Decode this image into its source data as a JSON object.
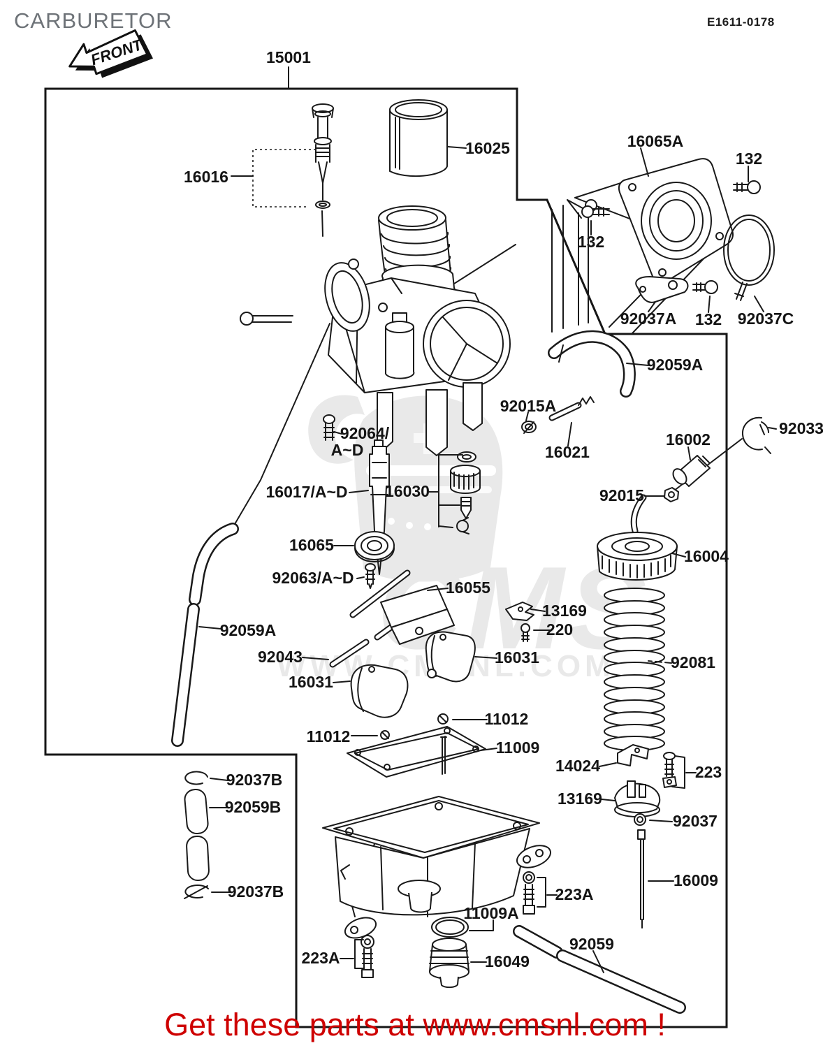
{
  "header": {
    "title": "CARBURETOR",
    "code": "E1611-0178"
  },
  "front_arrow": {
    "label": "FRONT"
  },
  "watermark": {
    "brand": "CMS",
    "site": "WWW.CMSNL.COM"
  },
  "footer": {
    "message": "Get these parts at www.cmsnl.com !"
  },
  "colors": {
    "footer_red": "#ce0000",
    "title_gray": "#6e7378",
    "line_black": "#1a1a1a",
    "watermark_gray": "#d8d8d8"
  },
  "labels": {
    "p15001": "15001",
    "p16016": "16016",
    "p16025": "16025",
    "p16065A": "16065A",
    "p132_a": "132",
    "p132_b": "132",
    "p132_c": "132",
    "p92037A": "92037A",
    "p92037C": "92037C",
    "p92059A_right": "92059A",
    "p92059A_left": "92059A",
    "p92015A": "92015A",
    "p16021": "16021",
    "p16002": "16002",
    "p92033": "92033",
    "p92015": "92015",
    "p16004": "16004",
    "p92064": "92064/",
    "p92064_range": "A~D",
    "p16017": "16017/A~D",
    "p16030": "16030",
    "p16065": "16065",
    "p92063": "92063/A~D",
    "p16055": "16055",
    "p13169_top": "13169",
    "p220": "220",
    "p92043": "92043",
    "p16031_right": "16031",
    "p16031_left": "16031",
    "p92081": "92081",
    "p11012_right": "11012",
    "p11012_left": "11012",
    "p11009": "11009",
    "p14024": "14024",
    "p223": "223",
    "p13169_bottom": "13169",
    "p92037": "92037",
    "p16009": "16009",
    "p92037B_top": "92037B",
    "p92059B": "92059B",
    "p92037B_bottom": "92037B",
    "p223A_right": "223A",
    "p11009A": "11009A",
    "p223A_left": "223A",
    "p16049": "16049",
    "p92059": "92059"
  }
}
